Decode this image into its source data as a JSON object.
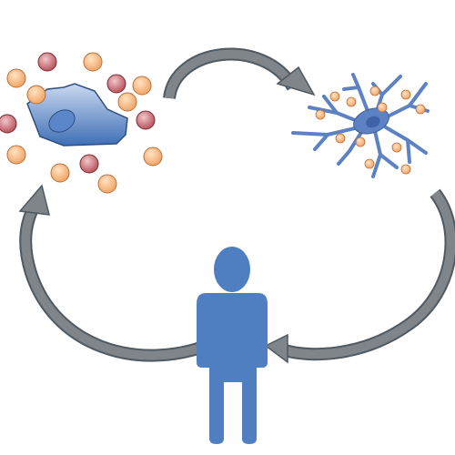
{
  "diagram": {
    "nodes": [
      {
        "id": "cell",
        "kind": "epithelial-cell-icon",
        "label": ""
      },
      {
        "id": "neuron",
        "kind": "neuron-icon",
        "label": ""
      },
      {
        "id": "human",
        "kind": "human-figure-icon",
        "label": ""
      }
    ],
    "edges": [
      {
        "from": "cell",
        "to": "neuron"
      },
      {
        "from": "neuron",
        "to": "human"
      },
      {
        "from": "human",
        "to": "cell"
      }
    ],
    "particles_around_cell": 14,
    "particles_on_neuron": 12
  },
  "colors": {
    "arrow_fill": "#7f8588",
    "arrow_stroke": "#4f5a63",
    "human_fill": "#4f7fc0",
    "cell_light": "#c9d9f1",
    "cell_dark": "#3f6fb5",
    "cell_stroke": "#2f4f7e",
    "nucleus_fill": "#5b86c9",
    "neuron_fill": "#5c82c4",
    "neuron_stroke": "#3c5f99",
    "particle_orange": "#f0a060",
    "particle_red": "#b54a55"
  }
}
